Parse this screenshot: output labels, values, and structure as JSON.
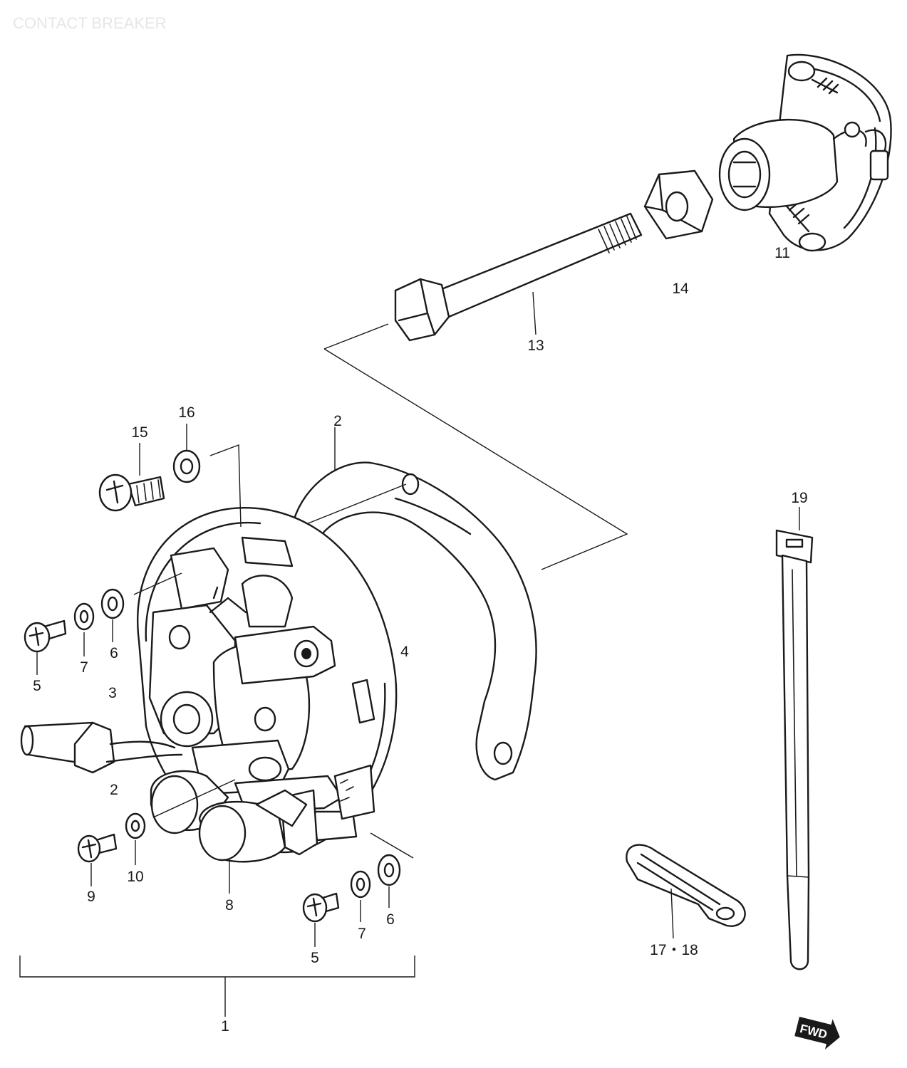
{
  "header": {
    "title": "CONTACT BREAKER"
  },
  "callouts": {
    "c1": "1",
    "c2a": "2",
    "c2b": "2",
    "c3": "3",
    "c4": "4",
    "c5a": "5",
    "c5b": "5",
    "c6a": "6",
    "c6b": "6",
    "c7a": "7",
    "c7b": "7",
    "c8": "8",
    "c9": "9",
    "c10": "10",
    "c11": "11",
    "c13": "13",
    "c14": "14",
    "c15": "15",
    "c16": "16",
    "c1718": "17・18",
    "c19": "19"
  },
  "direction_badge": {
    "label": "FWD"
  },
  "icons": {
    "direction": "fwd-arrow-icon"
  }
}
